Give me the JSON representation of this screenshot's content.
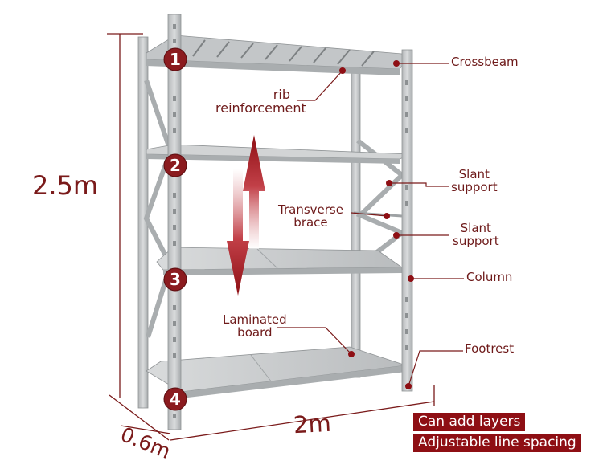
{
  "diagram": {
    "dimensions": {
      "height": "2.5m",
      "width": "2m",
      "depth": "0.6m"
    },
    "shelf_levels": [
      "1",
      "2",
      "3",
      "4"
    ],
    "labels": {
      "crossbeam": "Crossbeam",
      "rib_line1": "rib",
      "rib_line2": "reinforcement",
      "slant1_line1": "Slant",
      "slant1_line2": "support",
      "transverse_line1": "Transverse",
      "transverse_line2": "brace",
      "slant2_line1": "Slant",
      "slant2_line2": "support",
      "column": "Column",
      "laminated_line1": "Laminated",
      "laminated_line2": "board",
      "footrest": "Footrest"
    },
    "tags": {
      "add_layers": "Can add layers",
      "line_spacing": "Adjustable line spacing"
    },
    "colors": {
      "accent": "#8e0f14",
      "label_text": "#6e1a1a",
      "steel": "#c9cbcc",
      "steel_dark": "#9ea2a4",
      "badge_fill": "#8b1b1f"
    }
  }
}
